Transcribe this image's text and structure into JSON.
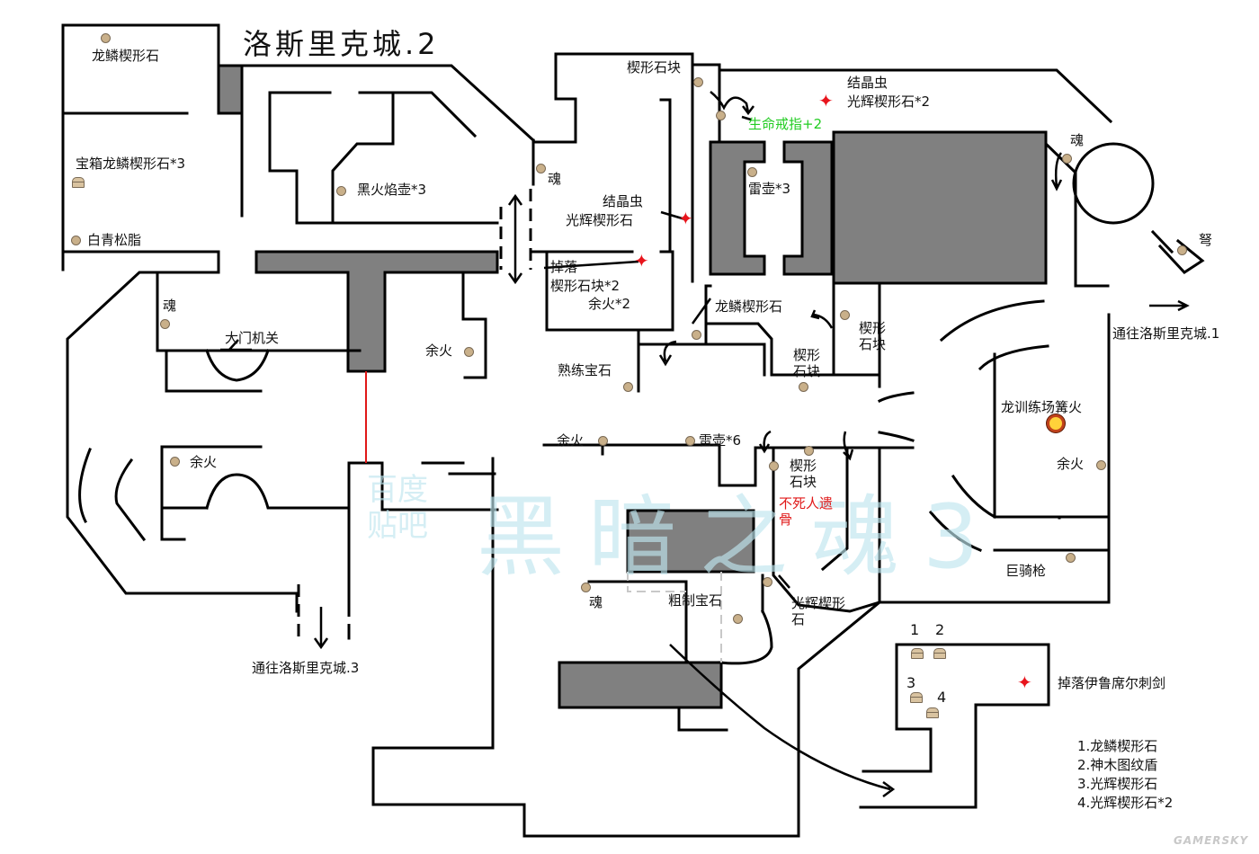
{
  "title": "洛斯里克城.2",
  "watermark": {
    "small_line1": "百度",
    "small_line2": "贴吧",
    "big": "黑暗之魂3"
  },
  "site_logo": "GAMERSKY",
  "colors": {
    "wall": "#000000",
    "solid_block": "#808080",
    "item_dot": "#c9b08a",
    "rare_drop_star": "#e8141c",
    "ring_label": "#22cc22",
    "bones_label": "#e01818",
    "lever_line": "#e01818",
    "watermark": "#bfe6ef"
  },
  "icon_legend": {
    "item": "item-dot-icon",
    "chest": "chest-icon",
    "enemy_drop": "red-star-icon",
    "bonfire": "bonfire-icon"
  },
  "labels": {
    "dragon_scale_top": "龙鳞楔形石",
    "chest_dragon_scale": "宝箱龙鳞楔形石*3",
    "white_pine_resin": "白青松脂",
    "black_firebomb": "黑火焰壶*3",
    "soul_left": "魂",
    "gate_lever": "大门机关",
    "ember_mid": "余火",
    "ember_left": "余火",
    "to_lothric_3": "通往洛斯里克城.3",
    "titanite_shard_top": "楔形石块",
    "ring_of_life": "生命戒指+2",
    "soul_mid": "魂",
    "crystal_lizard_1_line1": "结晶虫",
    "crystal_lizard_1_line2": "光辉楔形石",
    "drop_line1": "掉落",
    "drop_line2": "楔形石块*2",
    "drop_line3": "余火*2",
    "crystal_lizard_2_line1": "结晶虫",
    "crystal_lizard_2_line2": "光辉楔形石*2",
    "lightning_urn_3": "雷壶*3",
    "soul_right": "魂",
    "crossbow": "弩",
    "to_lothric_1": "通往洛斯里克城.1",
    "dragon_scale_mid": "龙鳞楔形石",
    "titanite_shard_a": "楔形石块",
    "titanite_shard_b": "楔形石块",
    "sharp_gem": "熟练宝石",
    "dragon_barracks_bonfire": "龙训练场篝火",
    "ember_right": "余火",
    "ember_center": "余火",
    "lightning_urn_6": "雷壶*6",
    "titanite_shard_c": "楔形石块",
    "undead_bone_shard": "不死人遗骨",
    "knight_lance": "巨骑枪",
    "soul_bottom": "魂",
    "raw_gem": "粗制宝石",
    "twinkling_titanite": "光辉楔形石",
    "irithyll_rapier_drop": "掉落伊鲁席尔刺剑"
  },
  "chest_numbers": [
    "1",
    "2",
    "3",
    "4"
  ],
  "legend": [
    "1.龙鳞楔形石",
    "2.神木图纹盾",
    "3.光辉楔形石",
    "4.光辉楔形石*2"
  ]
}
